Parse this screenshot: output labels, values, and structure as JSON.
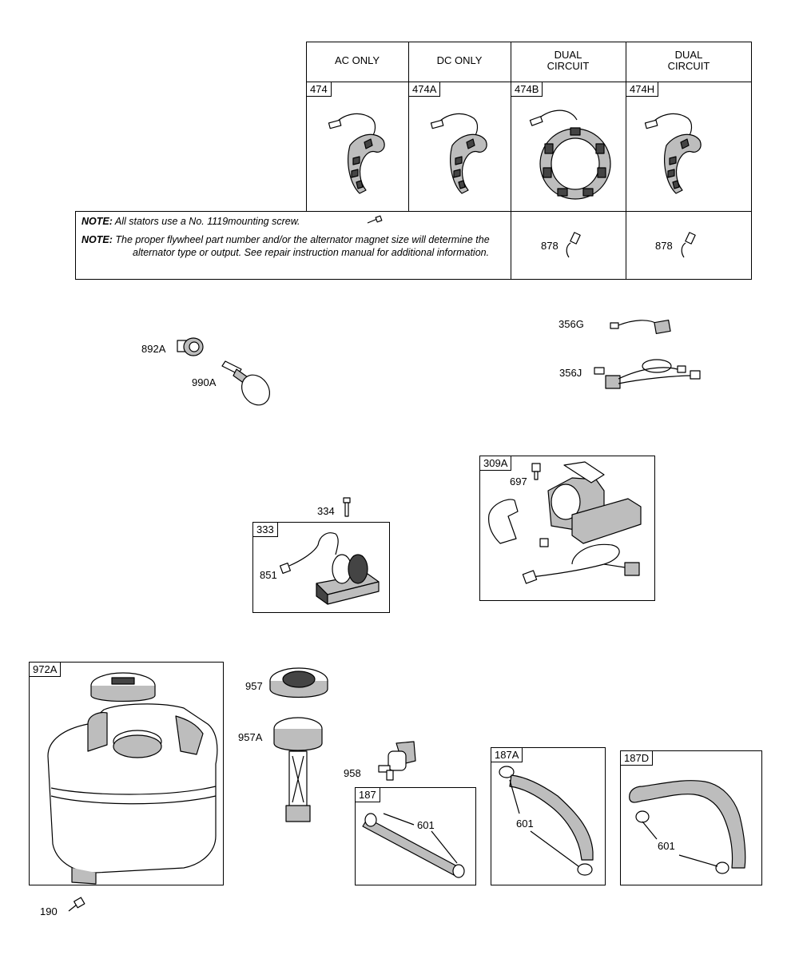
{
  "stator_table": {
    "columns": [
      {
        "header": "AC ONLY",
        "part": "474"
      },
      {
        "header": "DC ONLY",
        "part": "474A"
      },
      {
        "header": "DUAL\nCIRCUIT",
        "part": "474B"
      },
      {
        "header": "DUAL\nCIRCUIT",
        "part": "474H"
      }
    ],
    "note1_label": "NOTE:",
    "note1_text": "All stators use a No. 1119mounting screw.",
    "note2_label": "NOTE:",
    "note2_text": "The proper flywheel part number and/or the alternator magnet size will determine the alternator type or output. See repair instruction manual for additional information.",
    "connector_labels": [
      "878",
      "878"
    ]
  },
  "parts": {
    "p892A": "892A",
    "p990A": "990A",
    "p356G": "356G",
    "p356J": "356J",
    "p334": "334",
    "p333": "333",
    "p851": "851",
    "p309A": "309A",
    "p697": "697",
    "p972A": "972A",
    "p957": "957",
    "p957A": "957A",
    "p958": "958",
    "p187": "187",
    "p187A": "187A",
    "p187D": "187D",
    "p601a": "601",
    "p601b": "601",
    "p601c": "601",
    "p190": "190"
  }
}
